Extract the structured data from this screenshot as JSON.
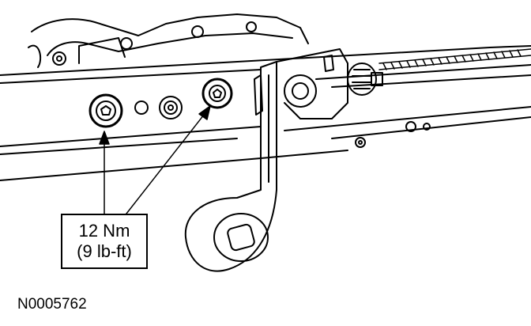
{
  "callout": {
    "torque_metric": "12 Nm",
    "torque_imperial": "(9 lb-ft)"
  },
  "figure": {
    "id": "N0005762"
  },
  "colors": {
    "line": "#000000",
    "background": "#ffffff"
  }
}
